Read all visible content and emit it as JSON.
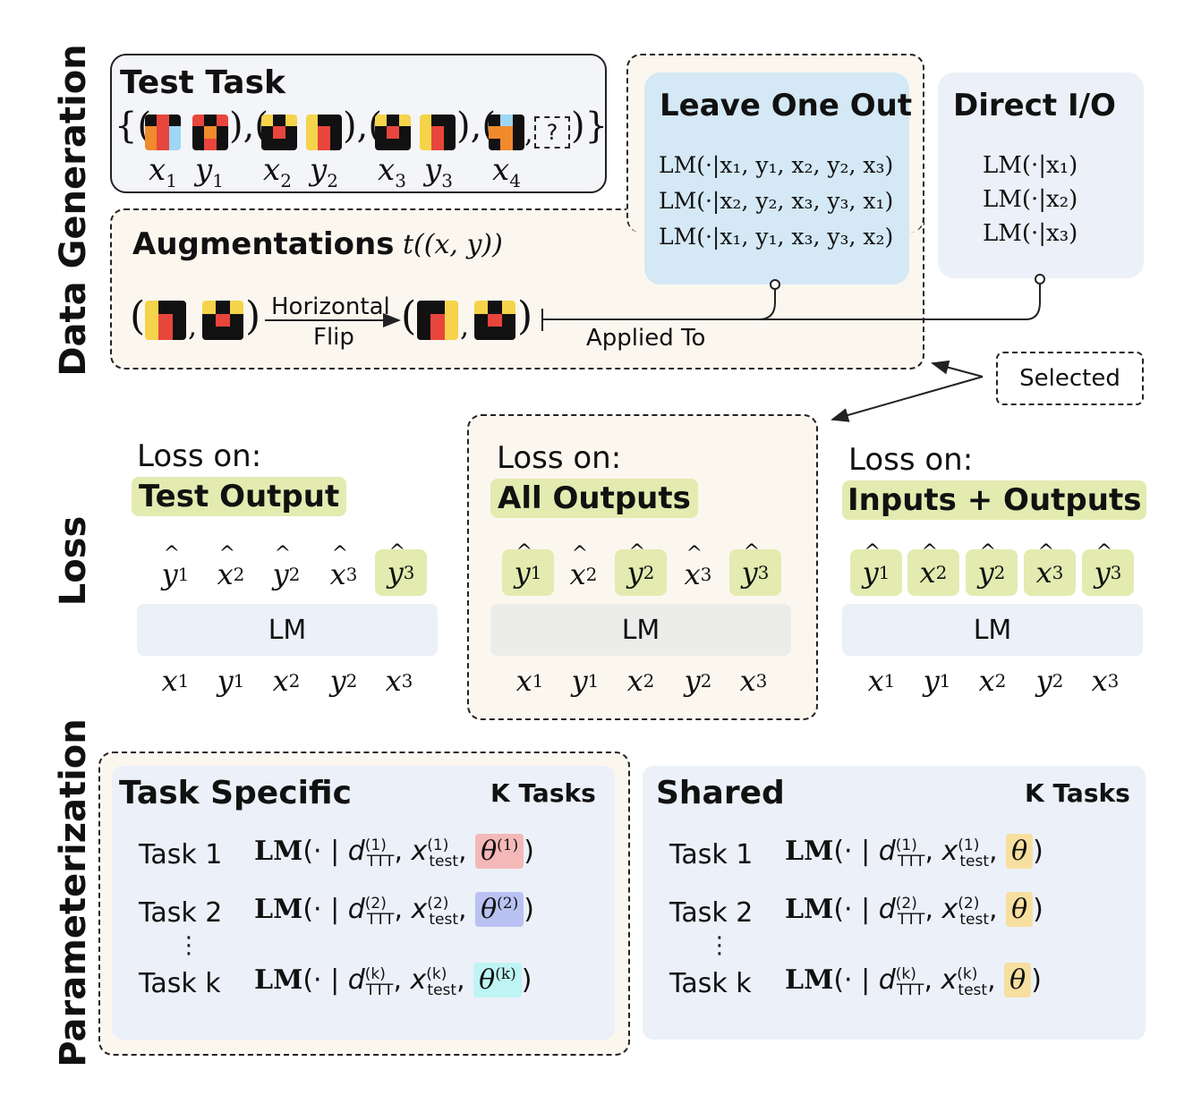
{
  "sections": {
    "data_generation": "Data Generation",
    "loss": "Loss",
    "parameterization": "Parameterization"
  },
  "test_task": {
    "title": "Test Task",
    "labels": [
      "x",
      "1",
      "y",
      "1",
      "x",
      "2",
      "y",
      "2",
      "x",
      "3",
      "y",
      "3",
      "x",
      "4"
    ],
    "unknown": "?"
  },
  "leave_one_out": {
    "title": "Leave One Out",
    "lines": [
      "LM(·|x₁, y₁, x₂, y₂, x₃)",
      "LM(·|x₂, y₂, x₃, y₃, x₁)",
      "LM(·|x₁, y₁, x₃, y₃, x₂)"
    ]
  },
  "direct_io": {
    "title": "Direct I/O",
    "lines": [
      "LM(·|x₁)",
      "LM(·|x₂)",
      "LM(·|x₃)"
    ]
  },
  "augmentations": {
    "title": "Augmentations",
    "formula": "t((x, y))",
    "flip_line1": "Horizontal",
    "flip_line2": "Flip",
    "applied_to": "Applied To"
  },
  "selected": "Selected",
  "loss": {
    "panels": [
      {
        "heading": "Loss on:",
        "name": "Test Output",
        "model": "LM"
      },
      {
        "heading": "Loss on:",
        "name": "All Outputs",
        "model": "LM"
      },
      {
        "heading": "Loss on:",
        "name": "Inputs + Outputs",
        "model": "LM"
      }
    ]
  },
  "param": {
    "task_specific": {
      "title": "Task Specific",
      "k_tasks": "K Tasks",
      "rows": [
        {
          "label": "Task 1",
          "theta_sup": "(1)",
          "sup": "(1)",
          "color": "#f4b8b8"
        },
        {
          "label": "Task 2",
          "theta_sup": "(2)",
          "sup": "(2)",
          "color": "#b9c2f2"
        },
        {
          "label": "Task k",
          "theta_sup": "(k)",
          "sup": "(k)",
          "color": "#bff4f4"
        }
      ],
      "dots": "⋮"
    },
    "shared": {
      "title": "Shared",
      "k_tasks": "K Tasks",
      "rows": [
        {
          "label": "Task 1",
          "sup": "(1)"
        },
        {
          "label": "Task 2",
          "sup": "(2)"
        },
        {
          "label": "Task k",
          "sup": "(k)"
        }
      ],
      "theta_color": "#f7dfa0",
      "dots": "⋮"
    }
  },
  "colors": {
    "yellow_green": "#e3ebb0",
    "light_blue": "#d4e8f5",
    "light_gray_blue": "#ecf0f8",
    "cream": "#fbf7ef"
  }
}
